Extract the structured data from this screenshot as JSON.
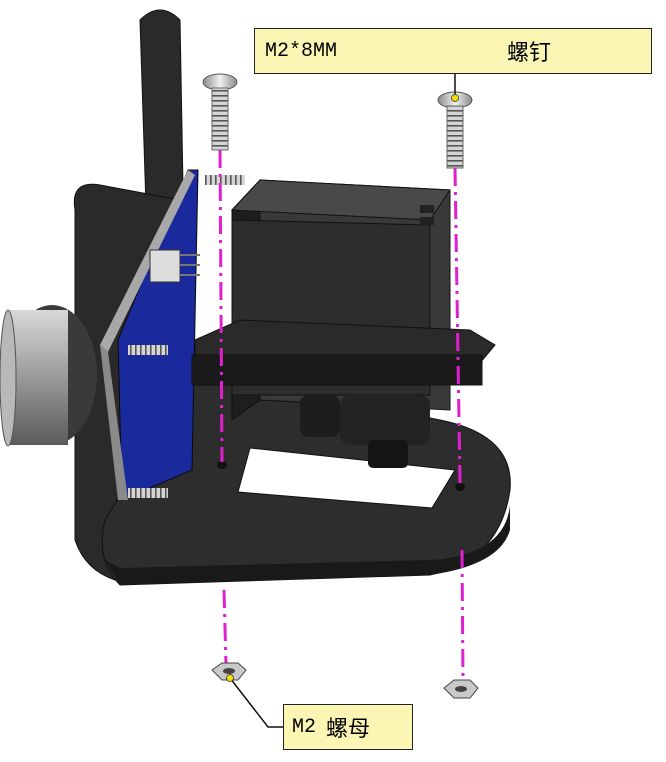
{
  "labels": {
    "screw_spec": "M2*8MM",
    "screw_name": "螺钉",
    "nut_spec": "M2",
    "nut_name": "螺母"
  },
  "colors": {
    "body": "#2b2a2b",
    "body_dark": "#141314",
    "pcb": "#1a2a9c",
    "guide_line": "#e020d0",
    "callout_fill": "#fbf6b4",
    "metal": "#c9c9c9"
  }
}
